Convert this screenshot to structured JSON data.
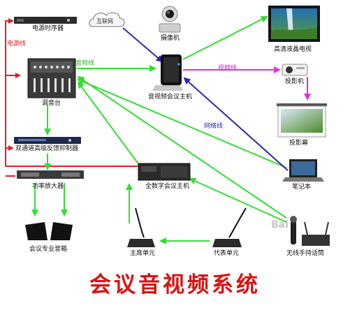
{
  "title": "会议音视频系统",
  "nodes": {
    "power_sequencer": "电源时序器",
    "internet": "互联网",
    "camera": "摄像机",
    "hd_lcd_tv": "高清液晶电视",
    "mixer": "调音台",
    "av_conference_host": "音视频会议主机",
    "projector": "投影机",
    "projection_screen": "投影幕",
    "feedback_suppressor": "双通道高级反馈抑制器",
    "power_amplifier": "功率放大器",
    "digital_conference_host": "全数字会议主机",
    "laptop": "笔记本",
    "speakers": "会议专业音箱",
    "chairman_unit": "主席单元",
    "delegate_unit": "代表单元",
    "wireless_mic": "无线手持话筒"
  },
  "wire_labels": {
    "power": "电源线",
    "audio": "音频线",
    "video": "视频线",
    "network": "网络线"
  },
  "watermark": "Bai",
  "colors": {
    "power": "#e02020",
    "audio": "#33dd33",
    "video": "#dd33dd",
    "network": "#2a2ab0",
    "title": "#dd1111"
  }
}
